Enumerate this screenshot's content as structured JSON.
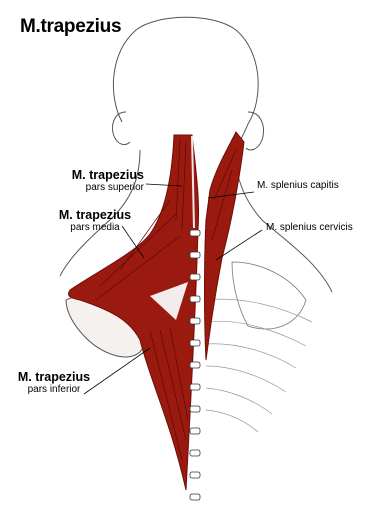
{
  "title": "M.trapezius",
  "labels": {
    "superior": {
      "name": "M. trapezius",
      "part": "pars superior"
    },
    "media": {
      "name": "M. trapezius",
      "part": "pars media"
    },
    "inferior": {
      "name": "M. trapezius",
      "part": "pars inferior"
    },
    "splenius_capitis": "M. splenius capitis",
    "splenius_cervicis": "M. splenius cervicis"
  },
  "colors": {
    "muscle": "#9b1a10",
    "muscle_dark": "#6e0e08",
    "outline": "#555555"
  }
}
